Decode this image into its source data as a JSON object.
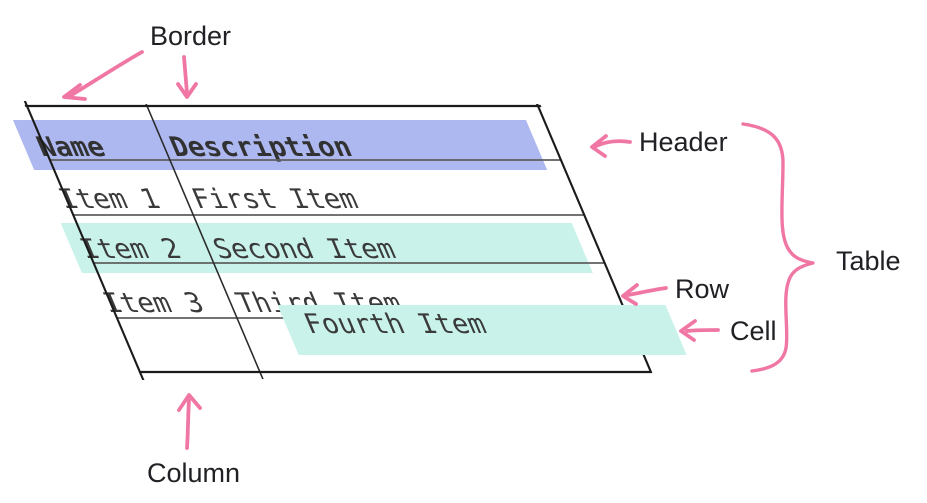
{
  "labels": {
    "border": "Border",
    "header": "Header",
    "table": "Table",
    "row": "Row",
    "cell": "Cell",
    "column": "Column"
  },
  "table": {
    "headers": [
      "Name",
      "Description"
    ],
    "rows": [
      [
        "Item 1",
        "First Item"
      ],
      [
        "Item 2",
        "Second Item"
      ],
      [
        "Item 3",
        "Third Item"
      ],
      [
        "",
        "Fourth Item"
      ]
    ]
  },
  "colors": {
    "pink": "#f077a4",
    "header_highlight": "#aeb8f0",
    "row_highlight": "#c9f3ea",
    "cell_highlight": "#c9f3ea",
    "table_border": "#1b1b1b",
    "grid_line": "#5f5f5f",
    "table_text": "#3a3a3a",
    "label_text": "#202124"
  }
}
